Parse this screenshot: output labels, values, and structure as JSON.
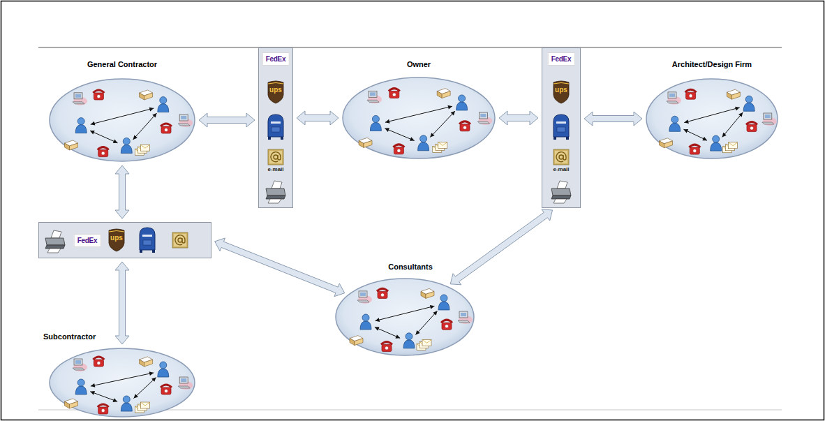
{
  "diagram": {
    "nodes": [
      {
        "text": [
          "General Contractor"
        ]
      },
      {
        "text": [
          "FedEx",
          "ups",
          "e-mail"
        ]
      },
      {
        "text": [
          "Owner"
        ]
      },
      {
        "text": [
          "FedEx",
          "ups",
          "e-mail"
        ]
      },
      {
        "text": [
          "Architect/Design Firm"
        ]
      },
      {
        "text": [
          "FedEx",
          "ups"
        ]
      },
      {
        "text": [
          "Subcontractor"
        ]
      },
      {
        "text": [
          "Consultants"
        ]
      }
    ],
    "edges": [
      {
        "from": 0,
        "to": 1,
        "arrow": "both"
      },
      {
        "from": 1,
        "to": 2,
        "arrow": "both"
      },
      {
        "from": 2,
        "to": 3,
        "arrow": "both"
      },
      {
        "from": 3,
        "to": 4,
        "arrow": "both"
      },
      {
        "from": 0,
        "to": 5,
        "arrow": "both"
      },
      {
        "from": 5,
        "to": 6,
        "arrow": "both"
      },
      {
        "from": 5,
        "to": 7,
        "arrow": "both"
      },
      {
        "from": 3,
        "to": 7,
        "arrow": "both"
      }
    ]
  }
}
